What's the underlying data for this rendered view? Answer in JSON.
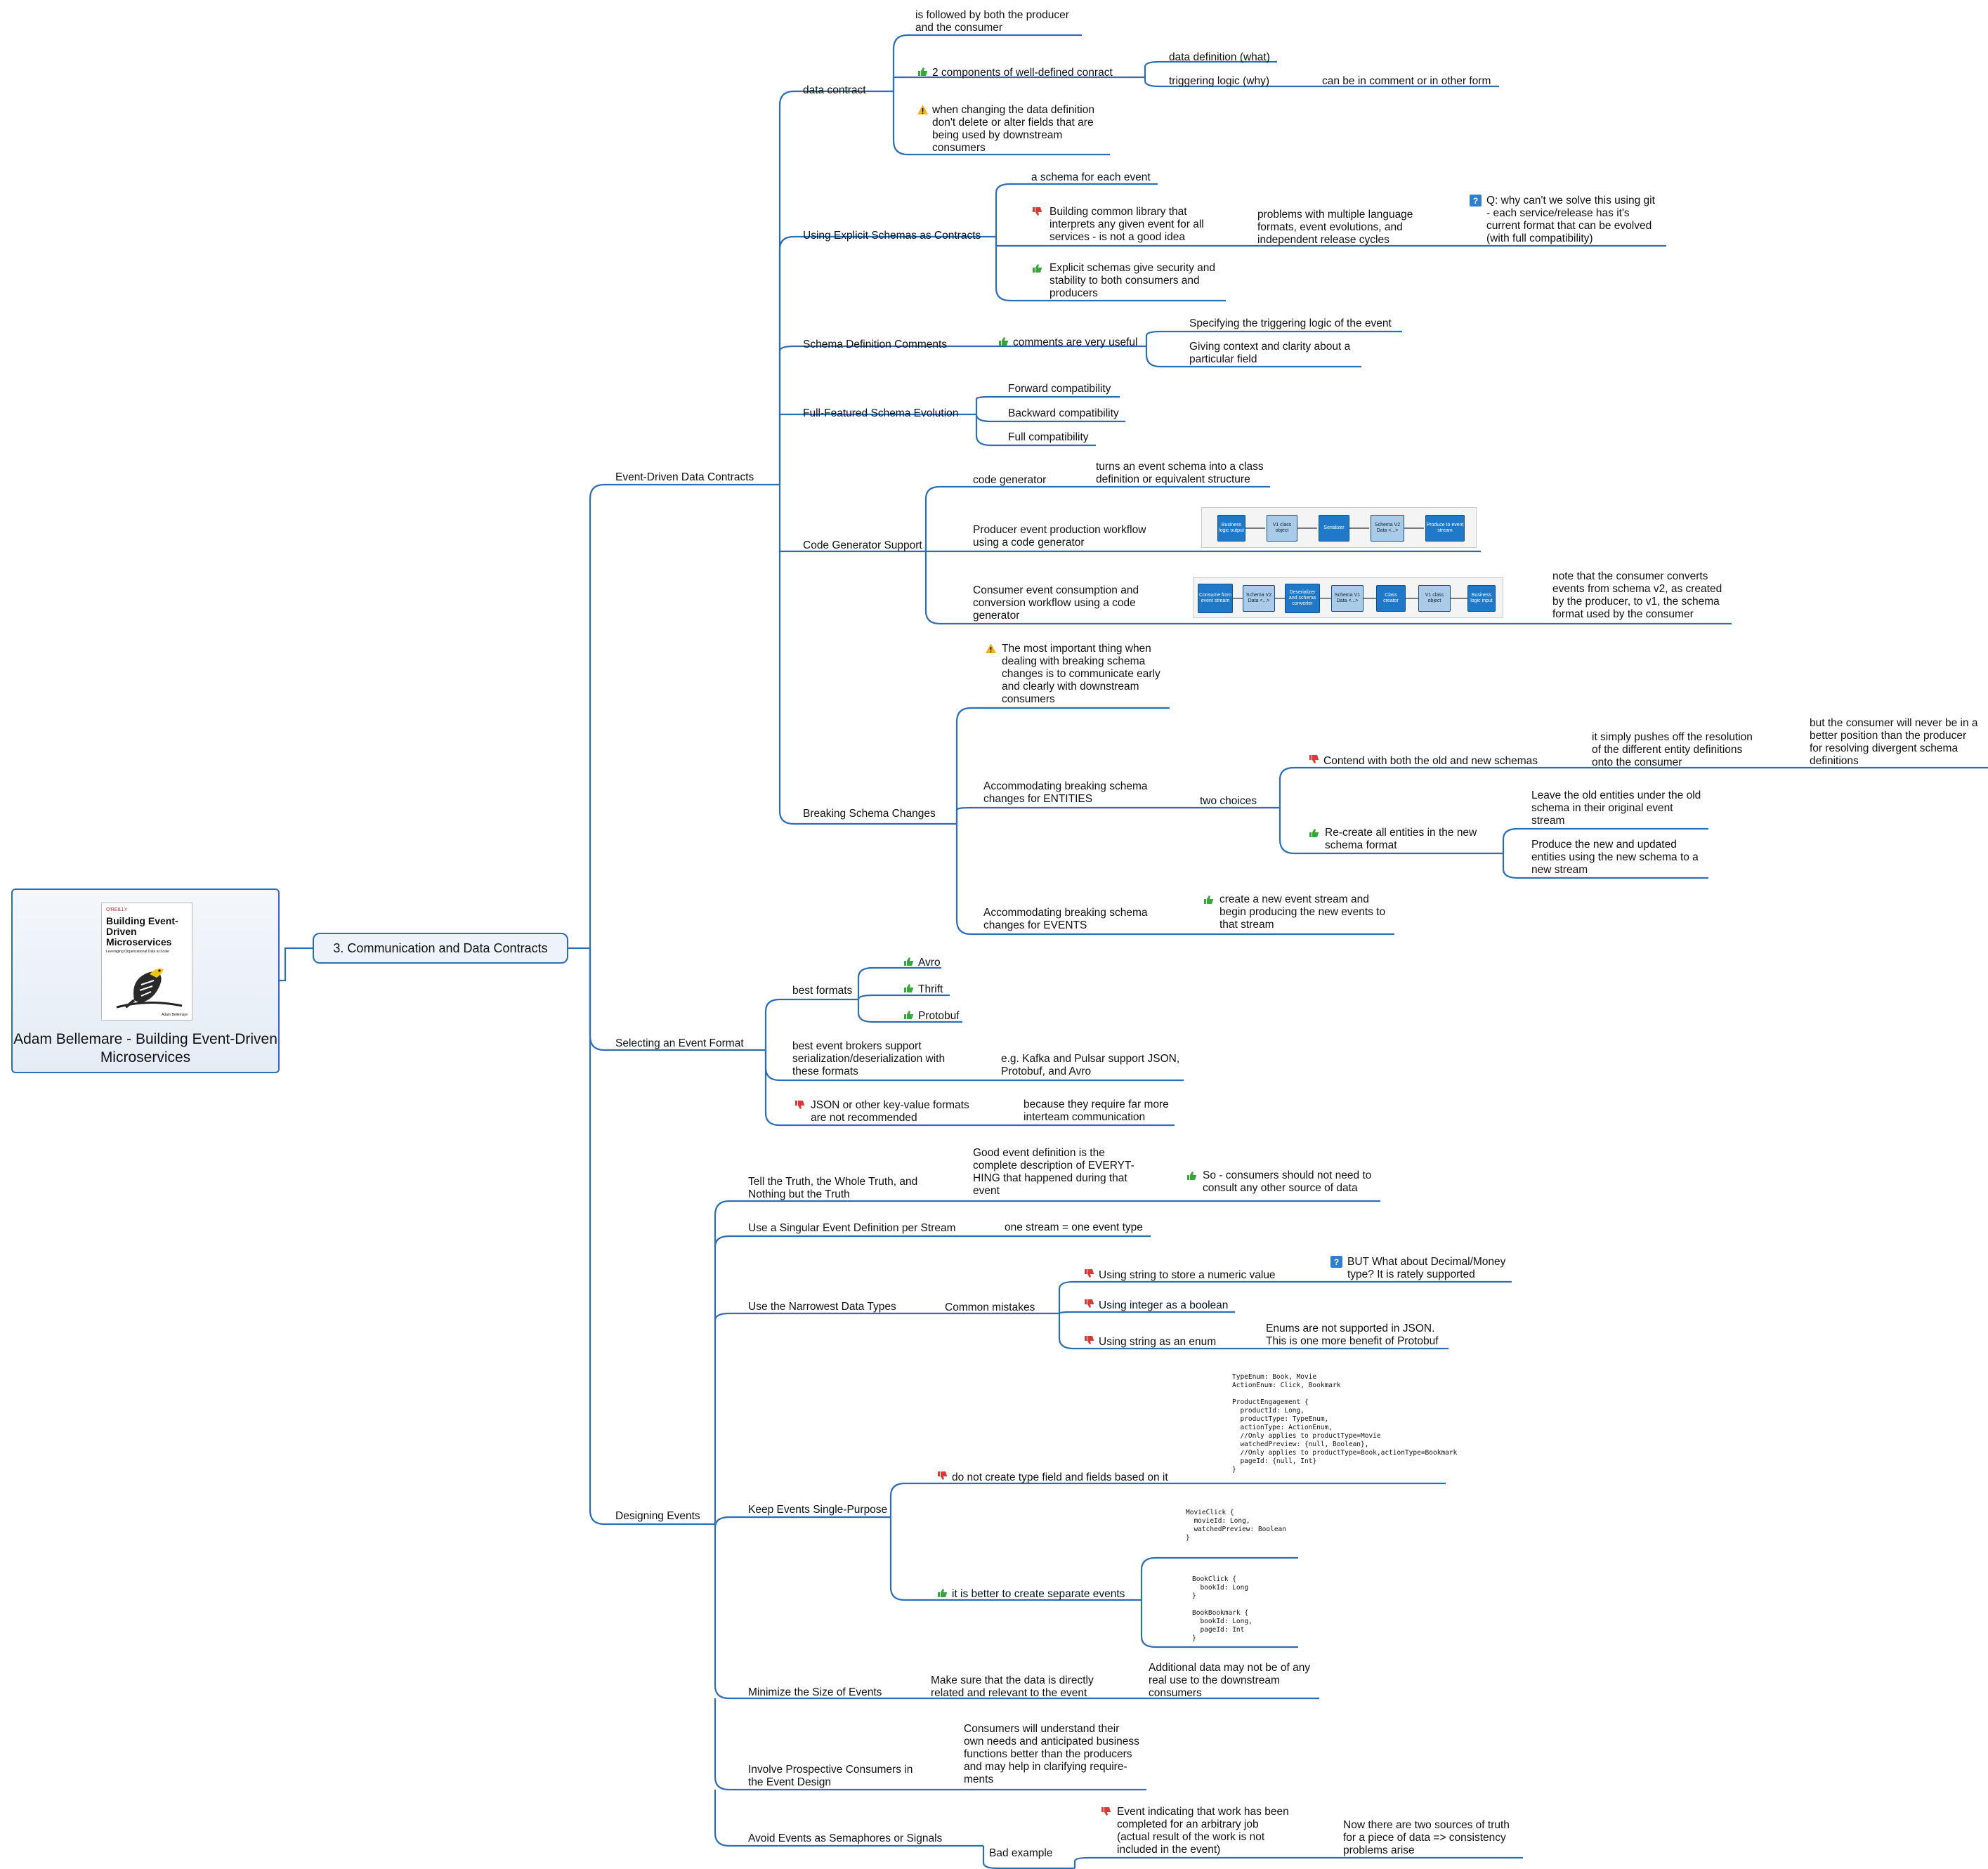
{
  "root": {
    "title": "Adam Bellemare - Building Event-Driven Microservices",
    "book": {
      "publisher": "O'REILLY",
      "title": "Building Event-Driven Microservices",
      "subtitle": "Leveraging Organizational Data at Scale",
      "author": "Adam Bellemare"
    }
  },
  "main_topic": "3. Communication and Data Contracts",
  "icons": {
    "thumbs_up": "thumbs-up-icon",
    "thumbs_down": "thumbs-down-icon",
    "warning": "warning-icon",
    "question": "question-icon"
  },
  "colors": {
    "branch_line": "#2c6eb4",
    "thumbs_up": "#3aa63a",
    "thumbs_down": "#d83a3a",
    "warning": "#f2b21a",
    "question": "#2f7fd1"
  },
  "branches": {
    "contracts": {
      "label": "Event-Driven Data Contracts",
      "data_contract": {
        "label": "data contract",
        "c1": "is followed by both the producer\nand the consumer",
        "c2": "2 components of well-defined conract",
        "c2a": "data definition (what)",
        "c2b": "triggering logic (why)",
        "c2b1": "can be in comment or in other form",
        "c3": "when changing the data definition\ndon't delete or alter fields that are\nbeing used by downstream\nconsumers"
      },
      "explicit": {
        "label": "Using Explicit Schemas as Contracts",
        "c1": "a schema for each event",
        "c2": "Building common library that\ninterprets any given event for all\nservices - is not a good idea",
        "c2a": "problems with multiple language\nformats, event evolutions, and\nindependent release cycles",
        "c2a1": "Q: why can't we solve this using git\n- each service/release has it's\ncurrent format that can be evolved\n(with full compatibility)",
        "c3": "Explicit schemas give security and\nstability to both consumers and\nproducers"
      },
      "comments": {
        "label": "Schema Definition Comments",
        "c1": "comments are very useful",
        "c1a": "Specifying the triggering logic of the event",
        "c1b": "Giving context and clarity about a\nparticular field"
      },
      "evolution": {
        "label": "Full-Featured Schema Evolution",
        "c1": "Forward compatibility",
        "c2": "Backward compatibility",
        "c3": "Full compatibility"
      },
      "codegen": {
        "label": "Code Generator Support",
        "c1": "code generator",
        "c1a": "turns an event schema into a class\ndefinition or equivalent structure",
        "c2": "Producer event production workflow\nusing a code generator",
        "c3": "Consumer event consumption and\nconversion workflow using a code\ngenerator",
        "c3a": "note that the consumer converts\nevents from schema v2, as created\nby the producer, to v1, the schema\nformat used by the consumer",
        "producer_flow": [
          "Business logic output",
          "V1 class object",
          "Serializer",
          "Schema V2 Data <...>",
          "Produce to event stream"
        ],
        "consumer_flow": [
          "Consume from event stream",
          "Schema V2 Data <...>",
          "Deserializer and schema converter",
          "Schema V1 Data <...>",
          "Class creator",
          "V1 class object",
          "Business logic input"
        ]
      },
      "breaking": {
        "label": "Breaking Schema Changes",
        "c1": "The most important thing when\ndealing with breaking schema\nchanges is to communicate early\nand clearly with downstream\nconsumers",
        "c2": "Accommodating breaking schema\nchanges for ENTITIES",
        "c2a": "two choices",
        "c2a1": "Contend with both the old and new schemas",
        "c2a1a": "it simply pushes off the resolution\nof the different entity definitions\nonto the consumer",
        "c2a1a1": "but the consumer will never be in a\nbetter position than the producer\nfor resolving divergent schema\ndefinitions",
        "c2a2": "Re-create all entities in the new\nschema format",
        "c2a2a": "Leave the old entities under the old\nschema in their original event\nstream",
        "c2a2b": "Produce the new and updated\nentities using the new schema to a\nnew stream",
        "c3": "Accommodating breaking schema\nchanges for EVENTS",
        "c3a": "create a new event stream and\nbegin producing the new events to\nthat stream"
      }
    },
    "format": {
      "label": "Selecting an Event Format",
      "best": {
        "label": "best formats",
        "c1": "Avro",
        "c2": "Thrift",
        "c3": "Protobuf"
      },
      "brokers": {
        "label": "best event brokers support\nserialization/deserialization with\nthese formats",
        "c1": "e.g. Kafka and Pulsar support JSON,\nProtobuf, and Avro"
      },
      "json": {
        "label": "JSON or other key-value formats\nare not recommended",
        "c1": "because they require far more\ninterteam communication"
      }
    },
    "designing": {
      "label": "Designing Events",
      "truth": {
        "label": "Tell the Truth, the Whole Truth, and\nNothing but the Truth",
        "c1": "Good event definition is the\ncomplete description of EVERYT-\nHING that happened during that\nevent",
        "c1a": "So - consumers should not need to\nconsult any other source of data"
      },
      "singular": {
        "label": "Use a Singular Event Definition per Stream",
        "c1": "one stream = one event type"
      },
      "narrow": {
        "label": "Use the Narrowest Data Types",
        "c1": "Common mistakes",
        "m1": "Using string to store a numeric value",
        "m1a": "BUT What about Decimal/Money\ntype? It is rately supported",
        "m2": "Using integer as a boolean",
        "m3": "Using string as an enum",
        "m3a": "Enums are not supported in JSON.\nThis is one more benefit of Protobuf"
      },
      "single": {
        "label": "Keep Events Single-Purpose",
        "c1": "do not create type field and fields based on it",
        "c1code": "TypeEnum: Book, Movie\nActionEnum: Click, Bookmark\n\nProductEngagement {\n  productId: Long,\n  productType: TypeEnum,\n  actionType: ActionEnum,\n  //Only applies to productType=Movie\n  watchedPreview: {null, Boolean},\n  //Only applies to productType=Book,actionType=Bookmark\n  pageId: {null, Int}\n}",
        "c2": "it is better to create separate events",
        "c2code1": "MovieClick {\n  movieId: Long,\n  watchedPreview: Boolean\n}",
        "c2code2": "BookClick {\n  bookId: Long\n}\n\nBookBookmark {\n  bookId: Long,\n  pageId: Int\n}"
      },
      "size": {
        "label": "Minimize the Size of Events",
        "c1": "Make sure that the data is directly\nrelated and relevant to the event",
        "c1a": "Additional data may not be of any\nreal use to the downstream\nconsumers"
      },
      "involve": {
        "label": "Involve Prospective Consumers in\nthe Event Design",
        "c1": "Consumers will understand their\nown needs and anticipated business\nfunctions better than the producers\nand may help in clarifying require-\nments"
      },
      "semaphore": {
        "label": "Avoid Events as Semaphores or Signals",
        "c1": "Bad example",
        "c1a": "Event indicating that work has been\ncompleted for an arbitrary job\n(actual result of the work is not\nincluded in the event)",
        "c1a1": "Now there are two sources of truth\nfor a piece of data => consistency\nproblems arise"
      }
    }
  }
}
